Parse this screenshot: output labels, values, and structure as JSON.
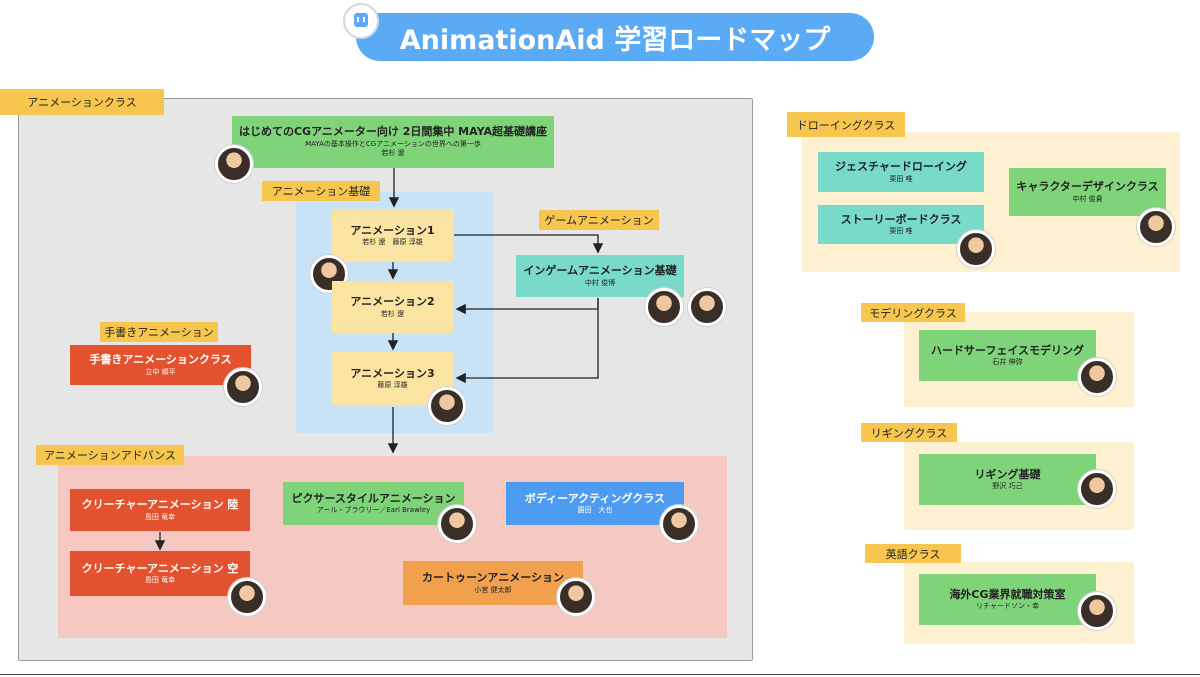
{
  "title": "AnimationAid 学習ロードマップ",
  "colors": {
    "title_bg": "#5aaaf5",
    "tag": "#f7c64f",
    "node_green": "#7fd378",
    "node_yellow": "#fbe4a2",
    "node_teal": "#79dac9",
    "node_red": "#e4512f",
    "node_blue": "#4d9cf2",
    "node_orange": "#f1a04e",
    "panel_animation": "#e6e6e6",
    "panel_basics": "#c8e2f8",
    "panel_advance": "#f5c9c2",
    "panel_side": "#fdf1d2"
  },
  "groups": {
    "animation_class": "アニメーションクラス",
    "animation_basics": "アニメーション基礎",
    "game_animation": "ゲームアニメーション",
    "hand_drawn": "手書きアニメーション",
    "animation_advance": "アニメーションアドバンス",
    "drawing_class": "ドローイングクラス",
    "modeling_class": "モデリングクラス",
    "rigging_class": "リギングクラス",
    "english_class": "英語クラス"
  },
  "nodes": {
    "maya_basics": {
      "title": "はじめてのCGアニメーター向け 2日間集中 MAYA超基礎講座",
      "sub1": "MAYAの基本操作とCGアニメーションの世界への第一歩",
      "sub2": "若杉 遼"
    },
    "anim1": {
      "title": "アニメーション1",
      "sub": "若杉 遼　藤原 淳雄"
    },
    "anim2": {
      "title": "アニメーション2",
      "sub": "若杉 遼"
    },
    "anim3": {
      "title": "アニメーション3",
      "sub": "藤原 淳雄"
    },
    "ingame": {
      "title": "インゲームアニメーション基礎",
      "sub": "中村 俊博"
    },
    "handdrawn": {
      "title": "手書きアニメーションクラス",
      "sub": "立中 順平"
    },
    "creature_land": {
      "title": "クリーチャーアニメーション 陸",
      "sub": "島田 竜幸"
    },
    "creature_sky": {
      "title": "クリーチャーアニメーション 空",
      "sub": "島田 竜幸"
    },
    "pixar": {
      "title": "ピクサースタイルアニメーション",
      "sub": "アール・ブラウリー／Earl Brawley"
    },
    "body_acting": {
      "title": "ボディーアクティングクラス",
      "sub": "園田　大也"
    },
    "cartoon": {
      "title": "カートゥーンアニメーション",
      "sub": "小宮 健太郎"
    },
    "gesture": {
      "title": "ジェスチャードローイング",
      "sub": "栗田 唯"
    },
    "storyboard": {
      "title": "ストーリーボードクラス",
      "sub": "栗田 唯"
    },
    "character": {
      "title": "キャラクターデザインクラス",
      "sub": "中村 俊貴"
    },
    "hardsurface": {
      "title": "ハードサーフェイスモデリング",
      "sub": "石井 伸弥"
    },
    "rigging": {
      "title": "リギング基礎",
      "sub": "野沢 巧己"
    },
    "english": {
      "title": "海外CG業界就職対策室",
      "sub": "リチャードソン・幸"
    }
  }
}
